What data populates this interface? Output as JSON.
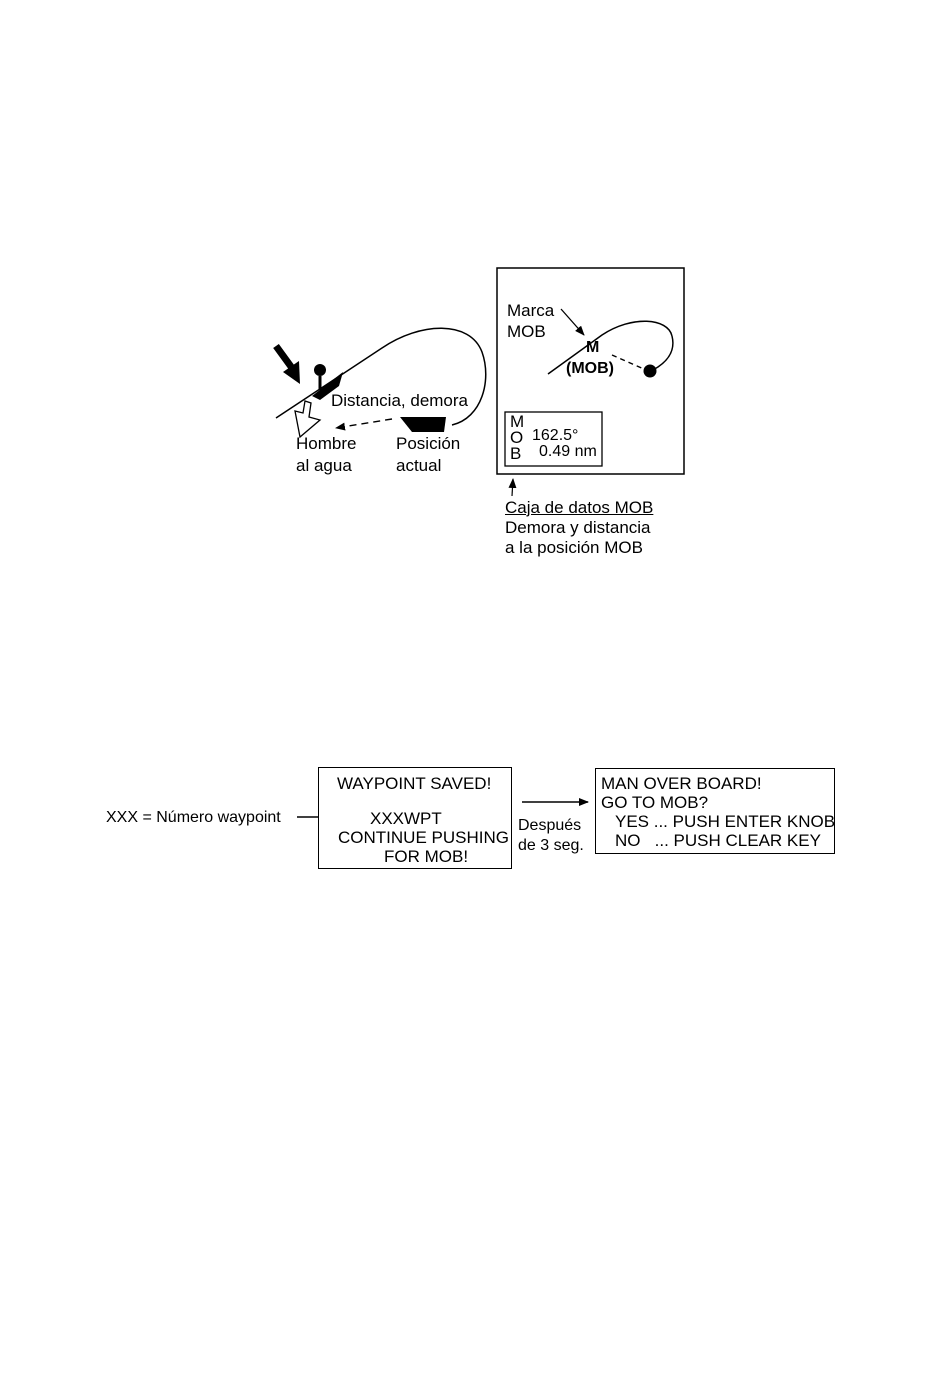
{
  "figure1": {
    "left_diagram": {
      "range_label": "Distancia, demora",
      "mob_label_line1": "Hombre",
      "mob_label_line2": "al agua",
      "current_label_line1": "Posición",
      "current_label_line2": "actual"
    },
    "plotter_screen": {
      "marker_callout_line1": "Marca",
      "marker_callout_line2": "MOB",
      "mob_mark": "M",
      "mob_mark_tag": "(MOB)",
      "data_box": {
        "vertical_letters": [
          "M",
          "O",
          "B"
        ],
        "bearing": "162.5°",
        "distance": "0.49 nm"
      }
    },
    "caption": {
      "title": "Caja de datos MOB",
      "line1": "Demora y distancia",
      "line2": "a la posición MOB"
    }
  },
  "figure2": {
    "legend": "XXX = Número waypoint",
    "screen1": {
      "line1": "WAYPOINT SAVED!",
      "line2": "XXXWPT",
      "line3": "CONTINUE PUSHING",
      "line4": "FOR MOB!"
    },
    "transition": {
      "line1": "Después",
      "line2": "de 3 seg."
    },
    "screen2": {
      "line1": "MAN OVER BOARD!",
      "line2": "GO TO MOB?",
      "line3": "YES ... PUSH ENTER KNOB",
      "line4": "NO   ... PUSH CLEAR KEY"
    }
  }
}
